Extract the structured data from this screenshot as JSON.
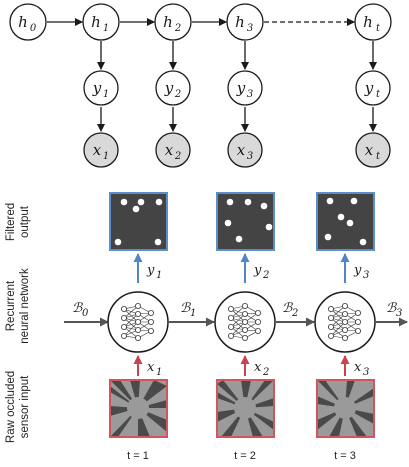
{
  "graphical_model": {
    "hidden_states": [
      {
        "base": "h",
        "sub": "0"
      },
      {
        "base": "h",
        "sub": "1"
      },
      {
        "base": "h",
        "sub": "2"
      },
      {
        "base": "h",
        "sub": "3"
      },
      {
        "base": "h",
        "sub": "t"
      }
    ],
    "outputs": [
      {
        "base": "y",
        "sub": "1"
      },
      {
        "base": "y",
        "sub": "2"
      },
      {
        "base": "y",
        "sub": "3"
      },
      {
        "base": "y",
        "sub": "t"
      }
    ],
    "observations": [
      {
        "base": "x",
        "sub": "1"
      },
      {
        "base": "x",
        "sub": "2"
      },
      {
        "base": "x",
        "sub": "3"
      },
      {
        "base": "x",
        "sub": "t"
      }
    ]
  },
  "rows": {
    "filtered_output": [
      "Filtered",
      "output"
    ],
    "rnn": [
      "Recurrent",
      "neural network"
    ],
    "raw_input": [
      "Raw occluded",
      "sensor input"
    ]
  },
  "beliefs": [
    {
      "base": "B",
      "sub": "0"
    },
    {
      "base": "B",
      "sub": "1"
    },
    {
      "base": "B",
      "sub": "2"
    },
    {
      "base": "B",
      "sub": "3"
    }
  ],
  "y_labels": [
    {
      "base": "y",
      "sub": "1"
    },
    {
      "base": "y",
      "sub": "2"
    },
    {
      "base": "y",
      "sub": "3"
    }
  ],
  "x_labels": [
    {
      "base": "x",
      "sub": "1"
    },
    {
      "base": "x",
      "sub": "2"
    },
    {
      "base": "x",
      "sub": "3"
    }
  ],
  "time_labels": [
    "t = 1",
    "t = 2",
    "t = 3"
  ],
  "colors": {
    "observed_fill": "#d9d9d9",
    "output_frame": "#5b8fc7",
    "input_frame": "#d2555e",
    "output_arrow": "#4f86c6",
    "input_arrow": "#c8434f",
    "dark_panel": "#444444",
    "sensor_gray": "#9a9a9a"
  }
}
